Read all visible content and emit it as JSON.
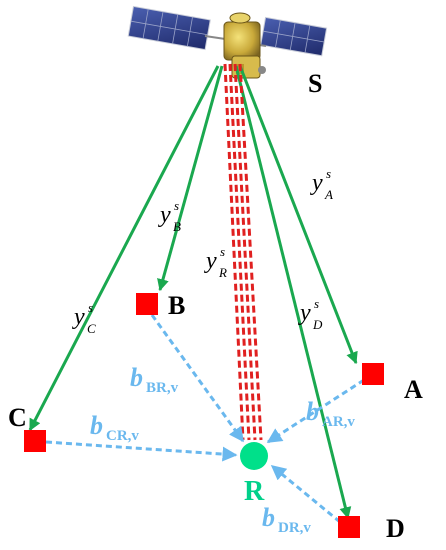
{
  "colors": {
    "satellite_link": "#1aa84f",
    "reference_link": "#e02020",
    "baseline": "#6ab8ee",
    "station": "#ff0000",
    "rover": "#00e08a",
    "rover_label": "#00d08a",
    "baseline_label": "#6ab8ee"
  },
  "icons": {
    "satellite": "satellite-icon"
  },
  "labels": {
    "satellite": "S",
    "stations": {
      "A": "A",
      "B": "B",
      "C": "C",
      "D": "D"
    },
    "rover": "R",
    "y_A": {
      "base": "y",
      "sup": "s",
      "sub": "A"
    },
    "y_B": {
      "base": "y",
      "sup": "s",
      "sub": "B"
    },
    "y_C": {
      "base": "y",
      "sup": "s",
      "sub": "C"
    },
    "y_D": {
      "base": "y",
      "sup": "s",
      "sub": "D"
    },
    "y_R": {
      "base": "y",
      "sup": "s",
      "sub": "R"
    },
    "b_AR": {
      "base": "b",
      "sub": "AR,v"
    },
    "b_BR": {
      "base": "b",
      "sub": "BR,v"
    },
    "b_CR": {
      "base": "b",
      "sub": "CR,v"
    },
    "b_DR": {
      "base": "b",
      "sub": "DR,v"
    }
  }
}
